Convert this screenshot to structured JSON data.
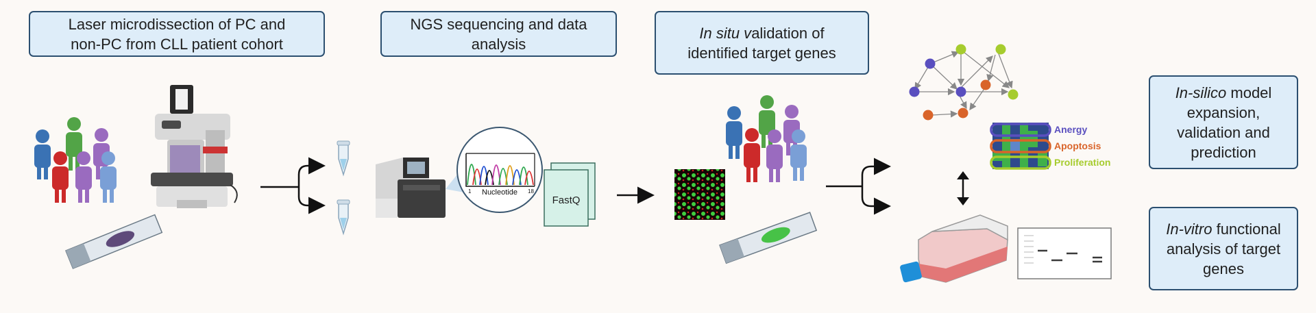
{
  "boxes": {
    "laser": {
      "line1": "Laser microdissection of PC and",
      "line2": "non-PC from CLL patient cohort"
    },
    "ngs": {
      "line1": "NGS  sequencing  and data",
      "line2": "analysis"
    },
    "insitu": {
      "line1_italic": "In situ v",
      "line1_rest": "alidation of",
      "line2": "identified target genes"
    },
    "insilico": {
      "line1_italic": "In-silico",
      "line1_rest": " model",
      "line2": "expansion,",
      "line3": "validation and",
      "line4": "prediction"
    },
    "invitro": {
      "line1_italic": "In-vitro",
      "line1_rest": " functional",
      "line2": "analysis of target",
      "line3": "genes"
    }
  },
  "chromatogram": {
    "xlabel": "Nucleotide",
    "tick_start": "1",
    "tick_end": "18"
  },
  "fastq_label": "FastQ",
  "network_legend": {
    "anergy": "Anergy",
    "apoptosis": "Apoptosis",
    "proliferation": "Proliferation"
  },
  "colors": {
    "box_fill": "#deedf9",
    "box_border": "#2b4f70",
    "anergy": "#5a4fbf",
    "apoptosis": "#d9642a",
    "proliferation": "#a6cc2e",
    "fluorescence_green": "#3fcf3f",
    "fluorescence_red": "#d11f1f"
  }
}
